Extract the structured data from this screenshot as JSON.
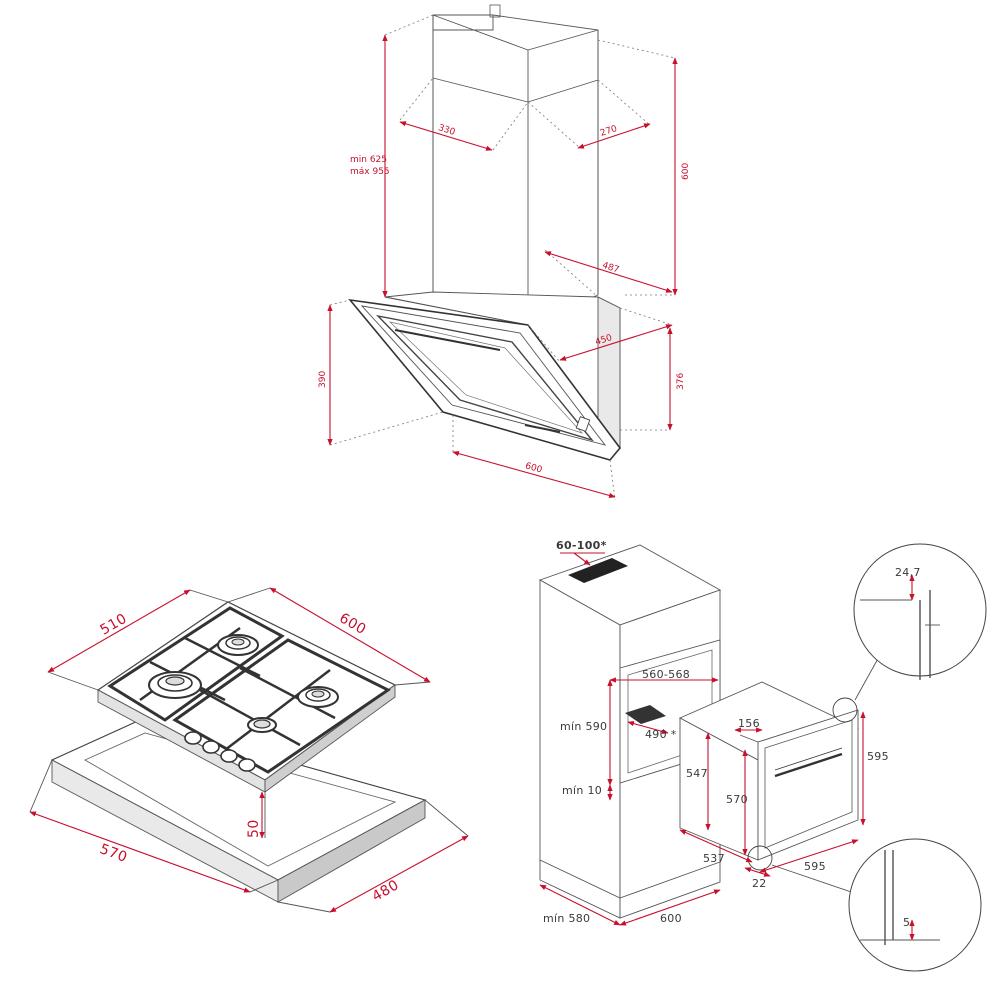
{
  "hood": {
    "dims": {
      "chimney_min": "min 625",
      "chimney_max": "máx 955",
      "chimney_depth": "330",
      "chimney_width": "270",
      "chimney_height": "600",
      "body_depth": "487",
      "body_width": "450",
      "height_left": "390",
      "height_right": "376",
      "width": "600"
    }
  },
  "hob": {
    "dims": {
      "depth": "510",
      "width": "600",
      "cutout_width": "570",
      "cutout_depth": "480",
      "height": "50"
    }
  },
  "oven": {
    "dims": {
      "vent": "60-100*",
      "niche_width": "560-568",
      "niche_height": "mín 590",
      "vent_depth": "490 *",
      "bottom_gap": "mín 10",
      "column_depth": "mín 580",
      "column_width": "600",
      "oven_height": "595",
      "front_offset": "156",
      "body_height": "547",
      "inner_height": "570",
      "body_depth": "537",
      "door_thickness": "22",
      "oven_width": "595",
      "detail_top": "24,7",
      "detail_bottom": "5"
    }
  }
}
